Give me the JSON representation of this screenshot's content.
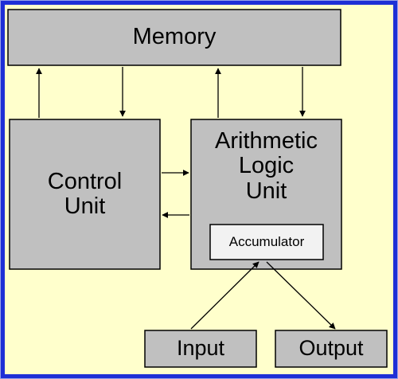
{
  "diagram": {
    "nodes": {
      "memory": {
        "label": "Memory"
      },
      "control_unit": {
        "line1": "Control",
        "line2": "Unit"
      },
      "alu": {
        "line1": "Arithmetic",
        "line2": "Logic",
        "line3": "Unit"
      },
      "accumulator": {
        "label": "Accumulator"
      },
      "input": {
        "label": "Input"
      },
      "output": {
        "label": "Output"
      }
    },
    "edges": [
      {
        "from": "control_unit",
        "to": "memory"
      },
      {
        "from": "memory",
        "to": "control_unit"
      },
      {
        "from": "alu",
        "to": "memory"
      },
      {
        "from": "memory",
        "to": "alu"
      },
      {
        "from": "control_unit",
        "to": "alu"
      },
      {
        "from": "alu",
        "to": "control_unit"
      },
      {
        "from": "input",
        "to": "accumulator"
      },
      {
        "from": "accumulator",
        "to": "output"
      }
    ]
  },
  "colors": {
    "frame_border": "#1e2fd6",
    "frame_glow": "#9aa3e8",
    "background": "#ffffcc",
    "box_fill": "#c0c0c0",
    "accumulator_fill": "#f2f2f2",
    "stroke": "#000000"
  }
}
